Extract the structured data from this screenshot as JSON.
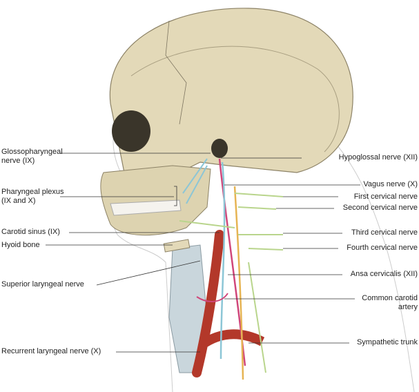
{
  "left_labels": {
    "glossopharyngeal": [
      "Glossopharyngeal",
      "nerve (IX)"
    ],
    "pharyngeal_plexus": [
      "Pharyngeal plexus",
      "(IX and X)"
    ],
    "carotid_sinus": "Carotid sinus (IX)",
    "hyoid": "Hyoid bone",
    "superior_laryngeal": "Superior laryngeal nerve",
    "recurrent_laryngeal": "Recurrent laryngeal nerve (X)"
  },
  "right_labels": {
    "hypoglossal": "Hypoglossal nerve (XII)",
    "vagus": "Vagus nerve (X)",
    "first_cervical": "First cervical nerve",
    "second_cervical": "Second cervical nerve",
    "third_cervical": "Third cervical nerve",
    "fourth_cervical": "Fourth cervical nerve",
    "ansa": "Ansa cervicalis (XII)",
    "common_carotid": [
      "Common carotid",
      "artery"
    ],
    "sympathetic": "Sympathetic trunk"
  },
  "colors": {
    "bone": "#e3d9b8",
    "artery": "#b3382a",
    "nerve_pink": "#d0467a",
    "nerve_blue": "#8cc6d6",
    "nerve_green": "#b9d58c",
    "nerve_yellow": "#e6b453",
    "cartilage": "#c9d6dc"
  }
}
